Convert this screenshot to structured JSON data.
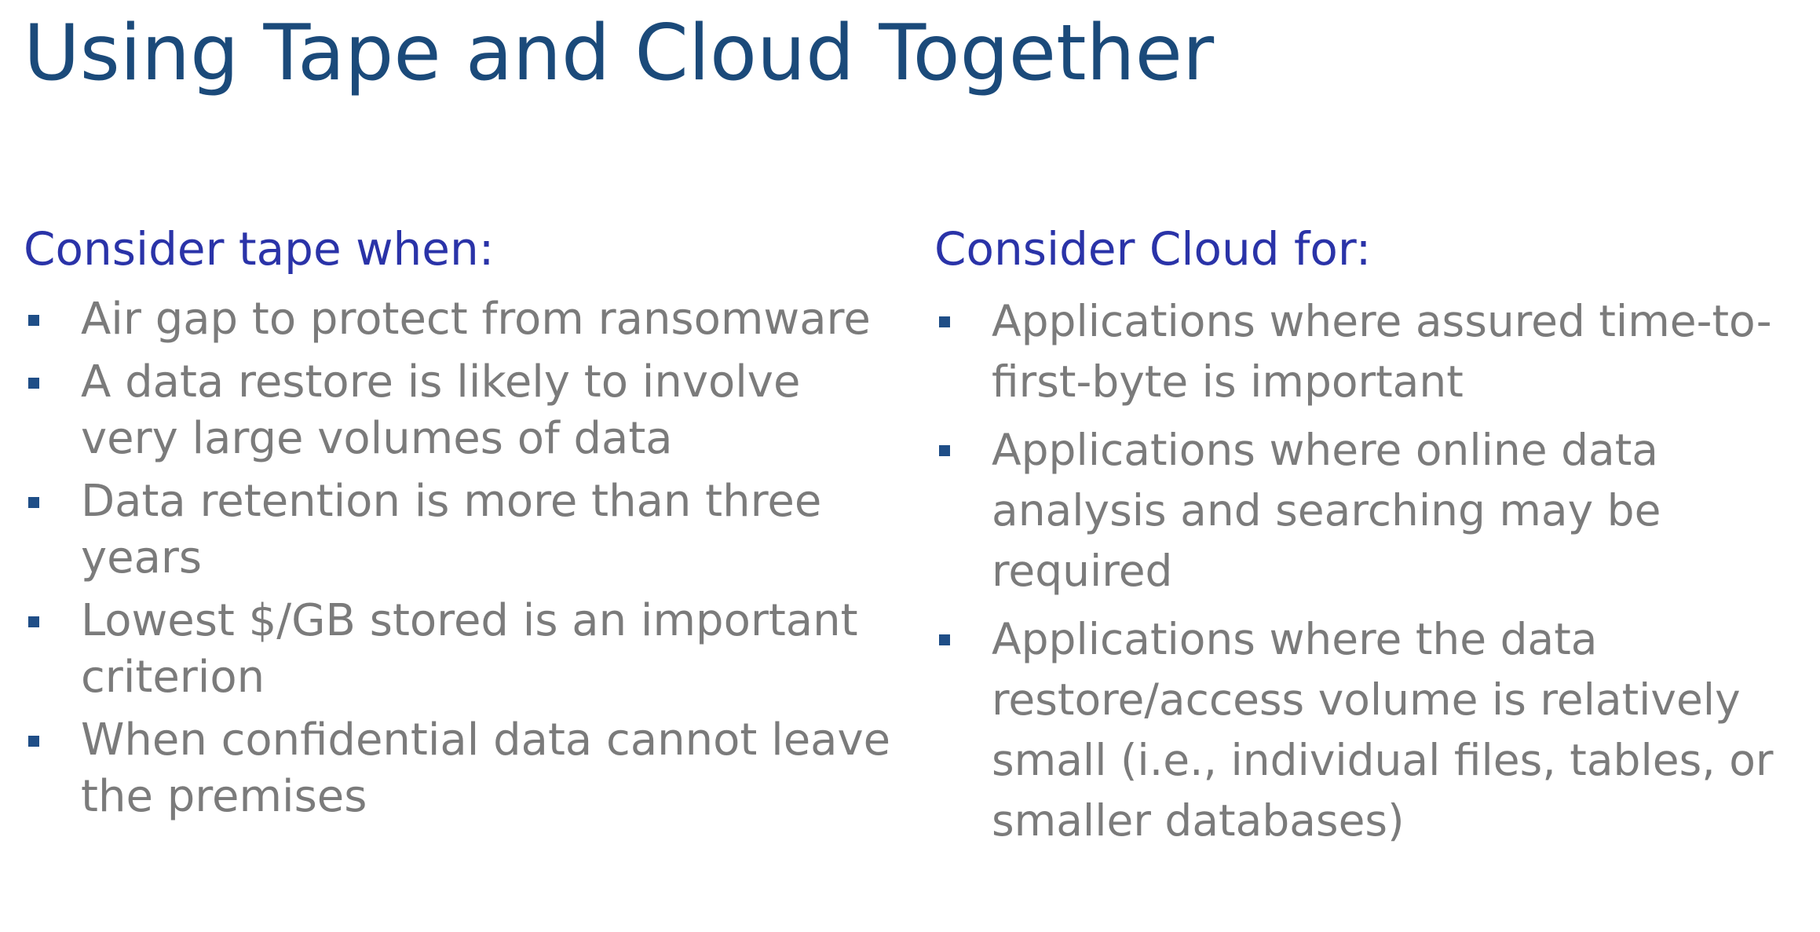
{
  "slide": {
    "title": "Using Tape and Cloud Together"
  },
  "left_column": {
    "heading": "Consider tape when:",
    "items": [
      "Air gap to protect from ransomware",
      "A data restore is likely to involve very large volumes of data",
      "Data retention is more than three years",
      "Lowest $/GB stored is an important criterion",
      " When confidential data cannot leave the premises"
    ]
  },
  "right_column": {
    "heading": "Consider Cloud for:",
    "items": [
      "Applications where assured time-to-first-byte is important",
      "Applications where online data analysis and searching may be required",
      "Applications where the data restore/access volume is relatively small (i.e., individual files, tables, or smaller databases)"
    ]
  },
  "colors": {
    "title": "#1b4a7a",
    "heading": "#2a33a8",
    "body_text": "#7b7b7b",
    "bullet": "#1f4e87",
    "background": "#ffffff"
  }
}
